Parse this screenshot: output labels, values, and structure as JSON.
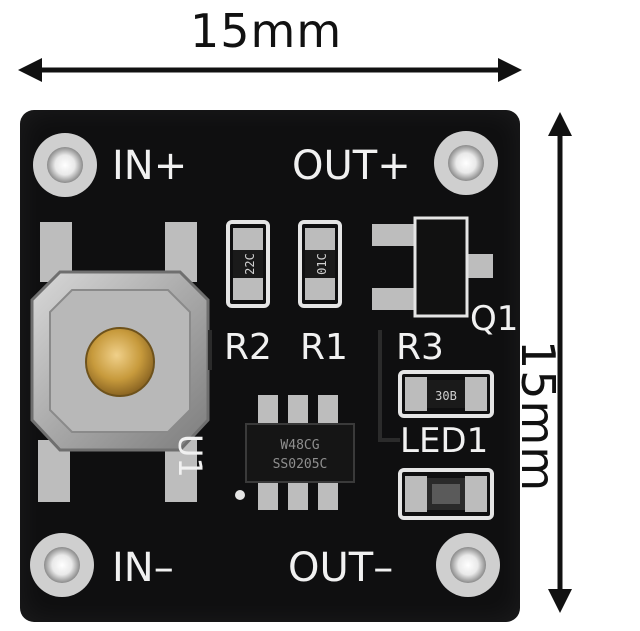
{
  "dimensions": {
    "width_label": "15mm",
    "height_label": "15mm"
  },
  "board": {
    "labels": {
      "in_plus": "IN+",
      "out_plus": "OUT+",
      "in_minus": "IN–",
      "out_minus": "OUT–",
      "r1": "R1",
      "r2": "R2",
      "r3": "R3",
      "q1": "Q1",
      "u1": "U1",
      "led1": "LED1"
    },
    "resistor_markings": {
      "r2": "22C",
      "r1": "01C",
      "r3": "30B"
    },
    "chip_marking": {
      "line1": "W48CG",
      "line2": "SS0205C"
    }
  },
  "colors": {
    "pcb": "#0f0f10",
    "silkscreen": "#f1f1f1",
    "pad": "#c8c8c8",
    "button_cap": "#c79a3c"
  }
}
